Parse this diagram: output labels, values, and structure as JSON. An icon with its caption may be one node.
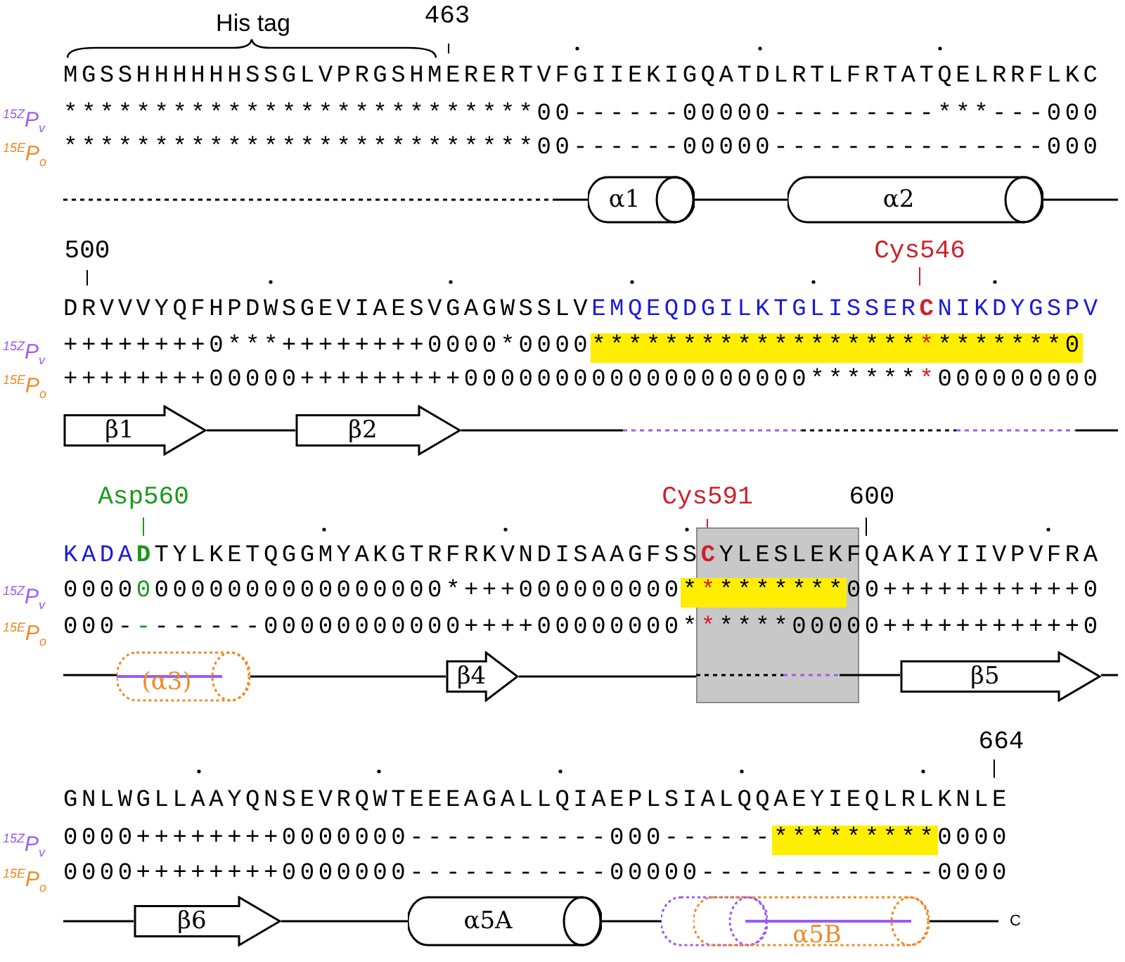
{
  "diagram": {
    "nodes": [
      {
        "text": [
          "α1"
        ]
      },
      {
        "text": [
          "α2"
        ]
      },
      {
        "text": [
          "β1"
        ]
      },
      {
        "text": [
          "β2"
        ]
      },
      {
        "text": [
          "(α3)"
        ]
      },
      {
        "text": [
          "β4"
        ]
      },
      {
        "text": [],
        "shape": "box"
      },
      {
        "text": [
          "β5"
        ]
      },
      {
        "text": [
          "β6"
        ]
      },
      {
        "text": [
          "α5A"
        ]
      },
      {
        "text": [],
        "shape": "cylinder"
      },
      {
        "text": [
          "α5B"
        ]
      }
    ],
    "edges": [
      {
        "from": 0,
        "to": 1,
        "arrow": "none"
      },
      {
        "from": 2,
        "to": 3,
        "arrow": "none"
      },
      {
        "from": 4,
        "to": 5,
        "arrow": "none"
      },
      {
        "from": 5,
        "to": 6,
        "arrow": "none"
      },
      {
        "from": 6,
        "to": 7,
        "arrow": "none"
      },
      {
        "from": 8,
        "to": 9,
        "arrow": "none"
      },
      {
        "from": 9,
        "to": 10,
        "arrow": "none"
      }
    ],
    "labels": [
      "His tag",
      "463",
      "MGSSHHHHHHSSGLVPRGSHMERERTVFGIIEKIGQATDLRTLFRTATQELRRFLKC",
      "$^{15Z}$P$_{v}$",
      "**************************00------00000---------***---000",
      "$^{15E}$P$_{o}$",
      "**************************00------00000---------------000",
      "500",
      "Cys546",
      "DRVVVYQFHPDWSGEVIAESVGAGWSSLVEMQEQDGILKTGLISSERCNIKDYGSPV",
      "$^{15Z}$P$_{v}$",
      "++++++++0***++++++++0000*0000**************************0",
      "$^{15E}$P$_{o}$",
      "++++++++00000+++++++++0000000000000000000*******000000000",
      "Asp560",
      "Cys591",
      "600",
      "KADADTYLKETQGGMYAKGTRFRKVNDISAAGFSSCYLESLEKFQAKAYIIVPVFRA",
      "$^{15Z}$P$_{v}$",
      "000000000000000000000*+++000000000*********00+++++++++++0",
      "$^{15E}$P$_{o}$",
      "000--------00000000000++++00000000******00000+++++++++++0",
      "664",
      "GNLWGLLAAYQNSEVRQWTEEEAGALLQIAEPLSIALQQAEYIEQLRLKNLE",
      "$^{15Z}$P$_{v}$",
      "0000++++++++0000000-----------000------*********0000",
      "$^{15E}$P$_{o}$",
      "0000++++++++0000000-----------00000-------------0000",
      "C"
    ]
  }
}
